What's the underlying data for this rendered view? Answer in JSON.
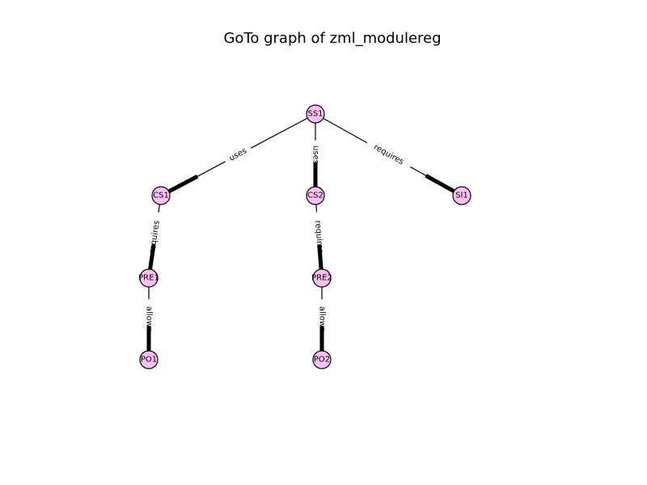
{
  "title": "GoTo graph of zml_modulereg",
  "colors": {
    "node_fill": "#ffc0f5",
    "node_stroke": "#000000",
    "edge": "#000000",
    "background": "#ffffff"
  },
  "nodes": [
    {
      "id": "SS1",
      "label": "SS1"
    },
    {
      "id": "CS1",
      "label": "CS1"
    },
    {
      "id": "CS2",
      "label": "CS2"
    },
    {
      "id": "SI1",
      "label": "SI1"
    },
    {
      "id": "PRE1",
      "label": "PRE1"
    },
    {
      "id": "PRE2",
      "label": "PRE2"
    },
    {
      "id": "PO1",
      "label": "PO1"
    },
    {
      "id": "PO2",
      "label": "PO2"
    }
  ],
  "edges": [
    {
      "from": "SS1",
      "to": "CS1",
      "label": "uses"
    },
    {
      "from": "SS1",
      "to": "CS2",
      "label": "uses"
    },
    {
      "from": "SS1",
      "to": "SI1",
      "label": "requires"
    },
    {
      "from": "CS1",
      "to": "PRE1",
      "label": "requires"
    },
    {
      "from": "CS2",
      "to": "PRE2",
      "label": "requires"
    },
    {
      "from": "PRE1",
      "to": "PO1",
      "label": "allows"
    },
    {
      "from": "PRE2",
      "to": "PO2",
      "label": "allows"
    }
  ]
}
